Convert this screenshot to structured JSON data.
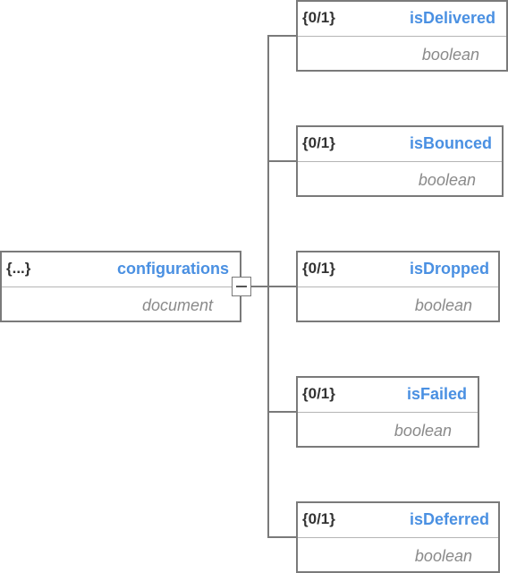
{
  "root": {
    "cardinality": "{...}",
    "name": "configurations",
    "type": "document"
  },
  "children": [
    {
      "cardinality": "{0/1}",
      "name": "isDelivered",
      "type": "boolean"
    },
    {
      "cardinality": "{0/1}",
      "name": "isBounced",
      "type": "boolean"
    },
    {
      "cardinality": "{0/1}",
      "name": "isDropped",
      "type": "boolean"
    },
    {
      "cardinality": "{0/1}",
      "name": "isFailed",
      "type": "boolean"
    },
    {
      "cardinality": "{0/1}",
      "name": "isDeferred",
      "type": "boolean"
    }
  ],
  "colors": {
    "name": "#4a90e2",
    "border": "#7a7a7a",
    "type": "#8a8a8a"
  }
}
